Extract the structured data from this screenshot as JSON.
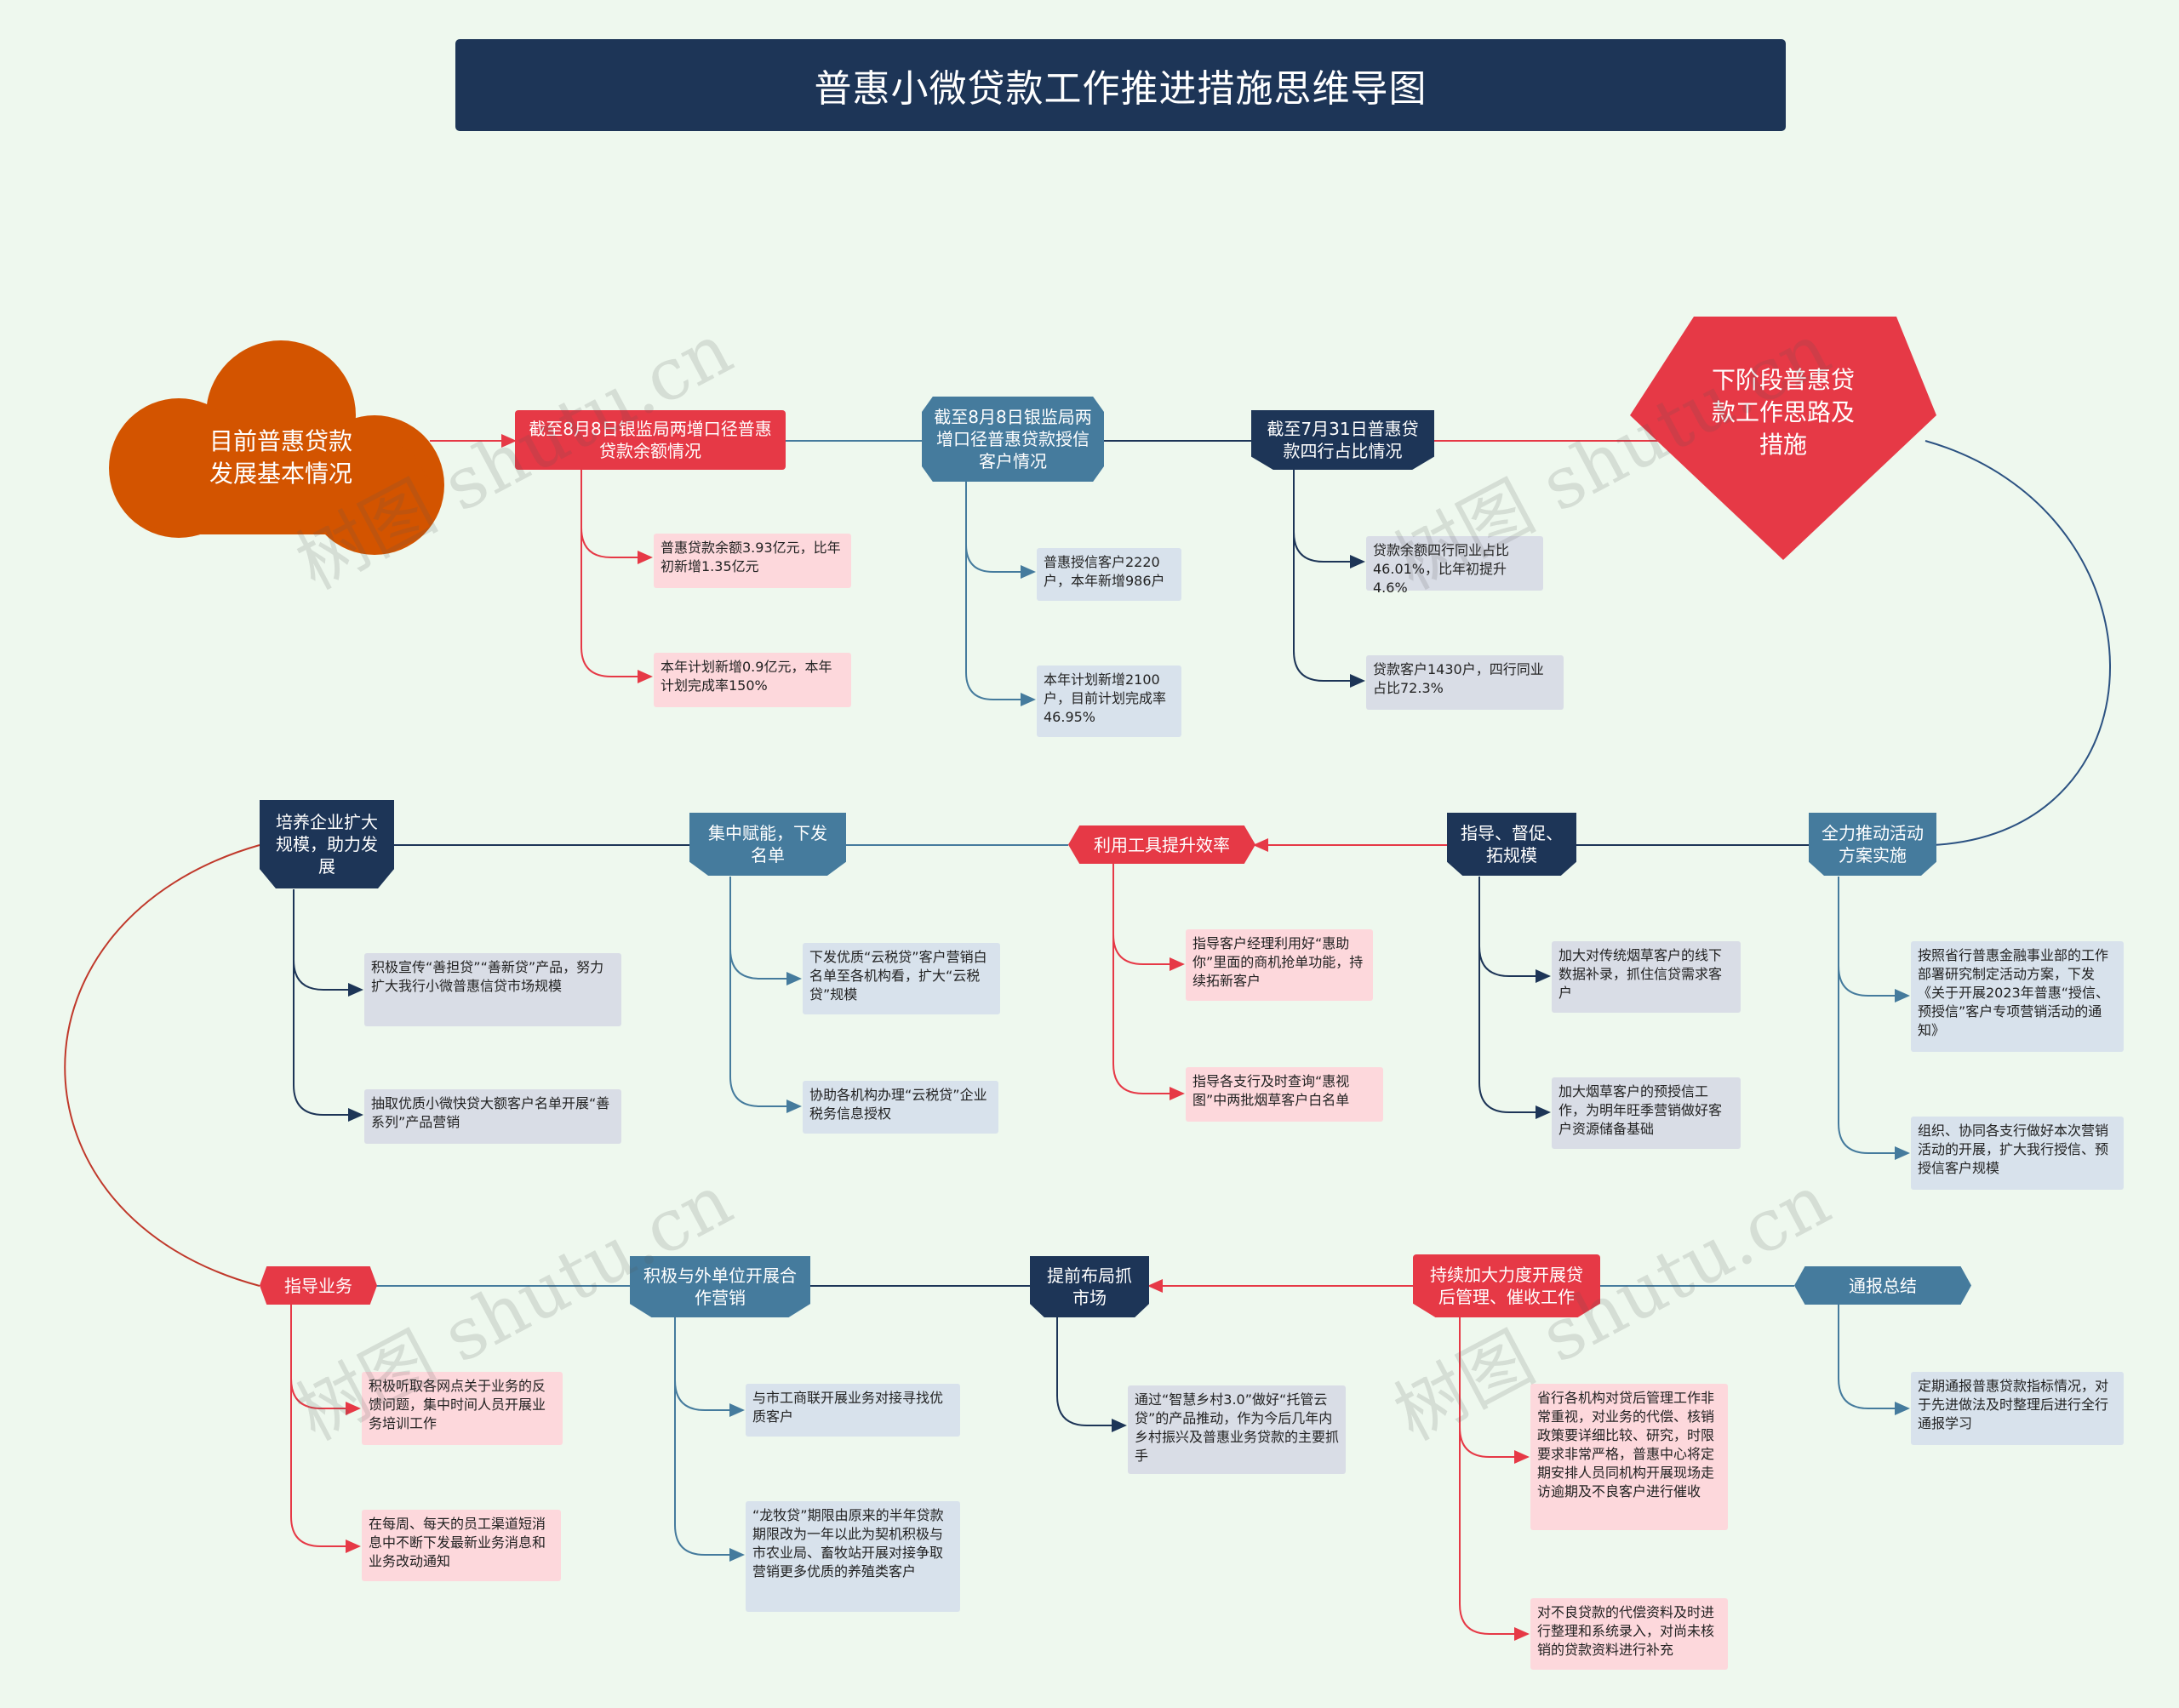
{
  "title": "普惠小微贷款工作推进措施思维导图",
  "watermark": "树图 shutu.cn",
  "colors": {
    "red": "#e63946",
    "navy": "#1d3557",
    "blue": "#457b9d",
    "orange": "#d35400",
    "pink_leaf": "#fdd8dc",
    "gray_leaf": "#d9dde6"
  },
  "start": {
    "label": "目前普惠贷款\n发展基本情况"
  },
  "goal": {
    "label": "下阶段普惠贷\n款工作思路及\n措施"
  },
  "row1": {
    "n1": {
      "label": "截至8月8日银监局两增口径普惠贷款余额情况",
      "leaves": [
        "普惠贷款余额3.93亿元，比年初新增1.35亿元",
        "本年计划新增0.9亿元，本年计划完成率150%"
      ]
    },
    "n2": {
      "label": "截至8月8日银监局两增口径普惠贷款授信客户情况",
      "leaves": [
        "普惠授信客户2220户，本年新增986户",
        "本年计划新增2100户，目前计划完成率46.95%"
      ]
    },
    "n3": {
      "label": "截至7月31日普惠贷款四行占比情况",
      "leaves": [
        "贷款余额四行同业占比46.01%，比年初提升4.6%",
        "贷款客户1430户，四行同业占比72.3%"
      ]
    }
  },
  "row2": {
    "n1": {
      "label": "全力推动活动方案实施",
      "leaves": [
        "按照省行普惠金融事业部的工作部署研究制定活动方案，下发《关于开展2023年普惠“授信、预授信”客户专项营销活动的通知》",
        "组织、协同各支行做好本次营销活动的开展，扩大我行授信、预授信客户规模"
      ]
    },
    "n2": {
      "label": "指导、督促、拓规模",
      "leaves": [
        "加大对传统烟草客户的线下数据补录，抓住信贷需求客户",
        "加大烟草客户的预授信工作，为明年旺季营销做好客户资源储备基础"
      ]
    },
    "n3": {
      "label": "利用工具提升效率",
      "leaves": [
        "指导客户经理利用好“惠助你”里面的商机抢单功能，持续拓新客户",
        "指导各支行及时查询“惠视图”中两批烟草客户白名单"
      ]
    },
    "n4": {
      "label": "集中赋能，下发名单",
      "leaves": [
        "下发优质“云税贷”客户营销白名单至各机构看，扩大“云税贷”规模",
        "协助各机构办理“云税贷”企业税务信息授权"
      ]
    },
    "n5": {
      "label": "培养企业扩大规模，助力发展",
      "leaves": [
        "积极宣传“善担贷”“善新贷”产品，努力扩大我行小微普惠信贷市场规模",
        "抽取优质小微快贷大额客户名单开展“善系列”产品营销"
      ]
    }
  },
  "row3": {
    "n1": {
      "label": "指导业务",
      "leaves": [
        "积极听取各网点关于业务的反馈问题，集中时间人员开展业务培训工作",
        "在每周、每天的员工渠道短消息中不断下发最新业务消息和业务改动通知"
      ]
    },
    "n2": {
      "label": "积极与外单位开展合作营销",
      "leaves": [
        "与市工商联开展业务对接寻找优质客户",
        "“龙牧贷”期限由原来的半年贷款期限改为一年以此为契机积极与市农业局、畜牧站开展对接争取营销更多优质的养殖类客户"
      ]
    },
    "n3": {
      "label": "提前布局抓市场",
      "leaves": [
        "通过“智慧乡村3.0”做好“托管云贷”的产品推动，作为今后几年内乡村振兴及普惠业务贷款的主要抓手"
      ]
    },
    "n4": {
      "label": "持续加大力度开展贷后管理、催收工作",
      "leaves": [
        "省行各机构对贷后管理工作非常重视，对业务的代偿、核销政策要详细比较、研究，时限要求非常严格，普惠中心将定期安排人员同机构开展现场走访逾期及不良客户进行催收",
        "对不良贷款的代偿资料及时进行整理和系统录入，对尚未核销的贷款资料进行补充"
      ]
    },
    "n5": {
      "label": "通报总结",
      "leaves": [
        "定期通报普惠贷款指标情况，对于先进做法及时整理后进行全行通报学习"
      ]
    }
  }
}
